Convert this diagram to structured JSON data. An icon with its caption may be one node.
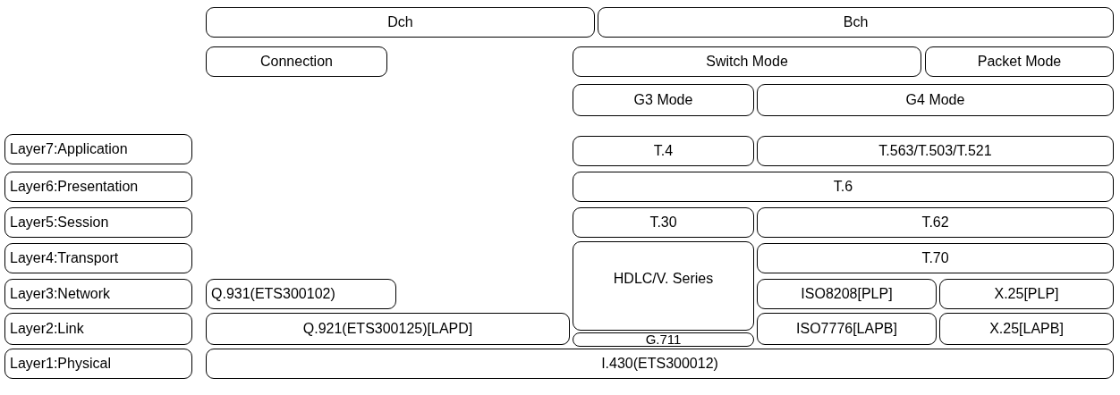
{
  "diagram": {
    "nodes": [
      {
        "text": [
          "Dch"
        ]
      },
      {
        "text": [
          "Bch"
        ]
      },
      {
        "text": [
          "Connection"
        ]
      },
      {
        "text": [
          "Switch Mode"
        ]
      },
      {
        "text": [
          "Packet Mode"
        ]
      },
      {
        "text": [
          "G3 Mode"
        ]
      },
      {
        "text": [
          "G4 Mode"
        ]
      },
      {
        "text": [
          "Layer7:Application"
        ]
      },
      {
        "text": [
          "T.4"
        ]
      },
      {
        "text": [
          "T.563/T.503/T.521"
        ]
      },
      {
        "text": [
          "Layer6:Presentation"
        ]
      },
      {
        "text": [
          "T.6"
        ]
      },
      {
        "text": [
          "Layer5:Session"
        ]
      },
      {
        "text": [
          "T.30"
        ]
      },
      {
        "text": [
          "T.62"
        ]
      },
      {
        "text": [
          "Layer4:Transport"
        ]
      },
      {
        "text": [
          "HDLC/V. Series"
        ]
      },
      {
        "text": [
          "T.70"
        ]
      },
      {
        "text": [
          "Layer3:Network"
        ]
      },
      {
        "text": [
          "Q.931(ETS300102)"
        ]
      },
      {
        "text": [
          "ISO8208[PLP]"
        ]
      },
      {
        "text": [
          "X.25[PLP]"
        ]
      },
      {
        "text": [
          "Layer2:Link"
        ]
      },
      {
        "text": [
          "Q.921(ETS300125)[LAPD]"
        ]
      },
      {
        "text": [
          "ISO7776[LAPB]"
        ]
      },
      {
        "text": [
          "X.25[LAPB]"
        ]
      },
      {
        "text": [
          "G.711"
        ]
      },
      {
        "text": [
          "Layer1:Physical"
        ]
      },
      {
        "text": [
          "I.430(ETS300012)"
        ]
      }
    ]
  }
}
